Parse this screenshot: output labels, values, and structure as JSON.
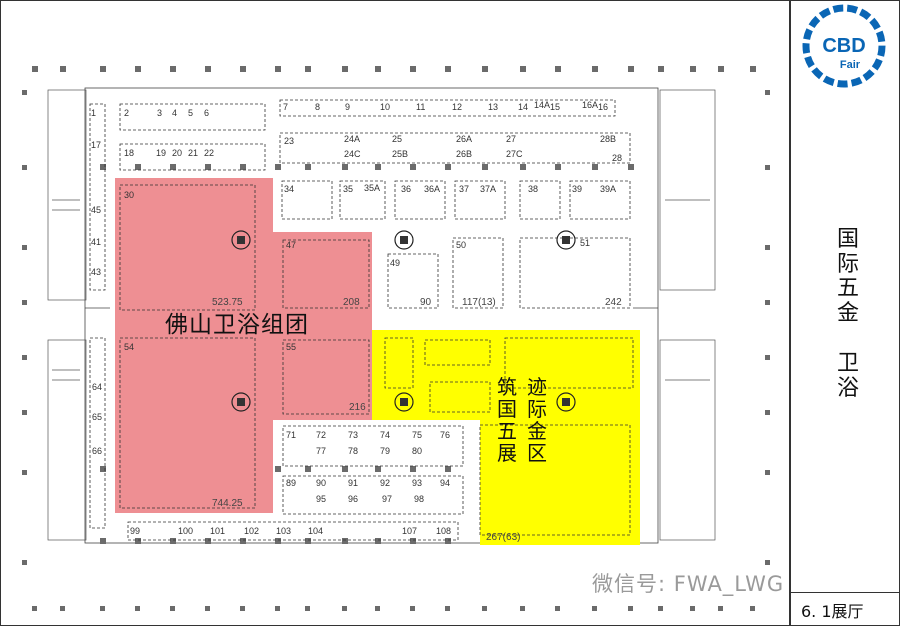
{
  "hall_number": "6. 1展厅",
  "sidebar_title_line1": [
    "国",
    "际",
    "五",
    "金"
  ],
  "sidebar_title_line2": [
    "卫",
    "浴"
  ],
  "logo": {
    "text_top": "CBD",
    "text_bottom": "Fair",
    "color": "#0a66b5"
  },
  "zones": {
    "foshan": {
      "label": "佛山卫浴组团",
      "color": "#ee8f93"
    },
    "yellow": {
      "label_col1": [
        "筑",
        "国",
        "五",
        "展"
      ],
      "label_col2": [
        "迹",
        "际",
        "金",
        "区"
      ],
      "color": "#ffff00"
    }
  },
  "watermark": "微信号: FWA_LWG",
  "booths": [
    {
      "id": "b1",
      "t": "1"
    },
    {
      "id": "b2",
      "t": "2"
    },
    {
      "id": "b3",
      "t": "3"
    },
    {
      "id": "b4",
      "t": "4"
    },
    {
      "id": "b5",
      "t": "5"
    },
    {
      "id": "b6",
      "t": "6"
    },
    {
      "id": "b7",
      "t": "7"
    },
    {
      "id": "b8",
      "t": "8"
    },
    {
      "id": "b9",
      "t": "9"
    },
    {
      "id": "b10",
      "t": "10"
    },
    {
      "id": "b11",
      "t": "11"
    },
    {
      "id": "b12",
      "t": "12"
    },
    {
      "id": "b13",
      "t": "13"
    },
    {
      "id": "b14",
      "t": "14"
    },
    {
      "id": "b14a",
      "t": "14A"
    },
    {
      "id": "b15",
      "t": "15"
    },
    {
      "id": "b16a",
      "t": "16A"
    },
    {
      "id": "b16",
      "t": "16"
    },
    {
      "id": "b17",
      "t": "17"
    },
    {
      "id": "b18",
      "t": "18"
    },
    {
      "id": "b19",
      "t": "19"
    },
    {
      "id": "b20",
      "t": "20"
    },
    {
      "id": "b21",
      "t": "21"
    },
    {
      "id": "b22",
      "t": "22"
    },
    {
      "id": "b23",
      "t": "23"
    },
    {
      "id": "b24a",
      "t": "24A"
    },
    {
      "id": "b24c",
      "t": "24C"
    },
    {
      "id": "b25",
      "t": "25"
    },
    {
      "id": "b25b",
      "t": "25B"
    },
    {
      "id": "b26a",
      "t": "26A"
    },
    {
      "id": "b26b",
      "t": "26B"
    },
    {
      "id": "b27",
      "t": "27"
    },
    {
      "id": "b27c",
      "t": "27C"
    },
    {
      "id": "b28b",
      "t": "28B"
    },
    {
      "id": "b28",
      "t": "28"
    },
    {
      "id": "b34",
      "t": "34"
    },
    {
      "id": "b35",
      "t": "35"
    },
    {
      "id": "b35a",
      "t": "35A"
    },
    {
      "id": "b36",
      "t": "36"
    },
    {
      "id": "b36a",
      "t": "36A"
    },
    {
      "id": "b37",
      "t": "37"
    },
    {
      "id": "b37a",
      "t": "37A"
    },
    {
      "id": "b38",
      "t": "38"
    },
    {
      "id": "b39",
      "t": "39"
    },
    {
      "id": "b39a",
      "t": "39A"
    },
    {
      "id": "b30",
      "t": "30"
    },
    {
      "id": "b47",
      "t": "47"
    },
    {
      "id": "b49",
      "t": "49"
    },
    {
      "id": "b50",
      "t": "50"
    },
    {
      "id": "b51",
      "t": "51"
    },
    {
      "id": "b54",
      "t": "54"
    },
    {
      "id": "b55",
      "t": "55"
    },
    {
      "id": "b71",
      "t": "71"
    },
    {
      "id": "b72",
      "t": "72"
    },
    {
      "id": "b73",
      "t": "73"
    },
    {
      "id": "b74",
      "t": "74"
    },
    {
      "id": "b75",
      "t": "75"
    },
    {
      "id": "b76",
      "t": "76"
    },
    {
      "id": "b77",
      "t": "77"
    },
    {
      "id": "b78",
      "t": "78"
    },
    {
      "id": "b79",
      "t": "79"
    },
    {
      "id": "b80",
      "t": "80"
    },
    {
      "id": "b89",
      "t": "89"
    },
    {
      "id": "b90",
      "t": "90"
    },
    {
      "id": "b91",
      "t": "91"
    },
    {
      "id": "b92",
      "t": "92"
    },
    {
      "id": "b93",
      "t": "93"
    },
    {
      "id": "b94",
      "t": "94"
    },
    {
      "id": "b95",
      "t": "95"
    },
    {
      "id": "b96",
      "t": "96"
    },
    {
      "id": "b97",
      "t": "97"
    },
    {
      "id": "b98",
      "t": "98"
    },
    {
      "id": "b99",
      "t": "99"
    },
    {
      "id": "b100",
      "t": "100"
    },
    {
      "id": "b101",
      "t": "101"
    },
    {
      "id": "b102",
      "t": "102"
    },
    {
      "id": "b103",
      "t": "103"
    },
    {
      "id": "b104",
      "t": "104"
    },
    {
      "id": "b107",
      "t": "107"
    },
    {
      "id": "b108",
      "t": "108"
    },
    {
      "id": "b64",
      "t": "64"
    },
    {
      "id": "b65",
      "t": "65"
    },
    {
      "id": "b66",
      "t": "66"
    },
    {
      "id": "b41",
      "t": "41"
    },
    {
      "id": "b43",
      "t": "43"
    },
    {
      "id": "b45",
      "t": "45"
    }
  ],
  "areas": [
    {
      "id": "a1",
      "t": "523.75"
    },
    {
      "id": "a2",
      "t": "208"
    },
    {
      "id": "a3",
      "t": "90"
    },
    {
      "id": "a4",
      "t": "117(13)"
    },
    {
      "id": "a5",
      "t": "242"
    },
    {
      "id": "a6",
      "t": "216"
    },
    {
      "id": "a7",
      "t": "744.25"
    },
    {
      "id": "a8",
      "t": "267(63)"
    }
  ]
}
